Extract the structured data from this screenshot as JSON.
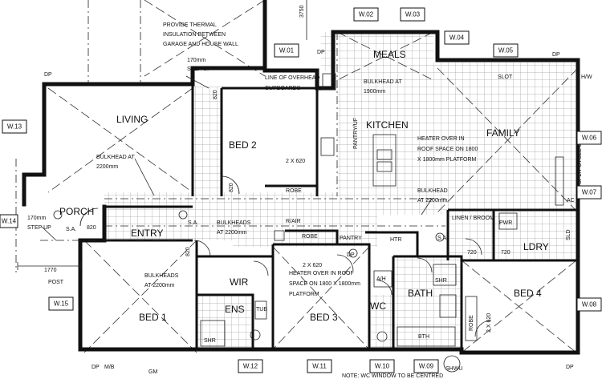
{
  "rooms": {
    "living": "LIVING",
    "bed2": "BED 2",
    "meals": "MEALS",
    "kitchen": "KITCHEN",
    "family": "FAMILY",
    "porch": "PORCH",
    "entry": "ENTRY",
    "wir": "WIR",
    "ens": "ENS",
    "bed1": "BED 1",
    "bed3": "BED 3",
    "bath": "BATH",
    "wc": "WC",
    "bed4": "BED 4",
    "ldry": "LDRY",
    "linen_broom": "LINEN / BROOM",
    "robe1": "ROBE",
    "robe2": "ROBE",
    "robe3": "ROBE",
    "pantry": "PANTRY",
    "htr": "HTR"
  },
  "notes": {
    "thermal_1": "PROVIDE THERMAL",
    "thermal_2": "INSULATION BETWEEN",
    "thermal_3": "GARAGE AND HOUSE WALL",
    "step_up_1a": "170mm",
    "step_up_1b": "STEP UP",
    "overhead_1": "LINE OF OVERHEAD",
    "overhead_2": "CUPBOARDS",
    "bulk1900_1": "BULKHEAD AT",
    "bulk1900_2": "1900mm",
    "bulk_living_1": "BULKHEAD AT",
    "bulk_living_2": "2200mm",
    "heater_fam_1": "HEATER OVER IN",
    "heater_fam_2": "ROOF SPACE ON 1800",
    "heater_fam_3": "X 1800mm PLATFORM",
    "bulk_fam_1": "BULKHEAD",
    "bulk_fam_2": "AT 2200mm",
    "bulk_entry_1": "BULKHEADS",
    "bulk_entry_2": "AT 2200mm",
    "bulk_bed1_1": "BULKHEADS",
    "bulk_bed1_2": "AT 2200mm",
    "heater_bed3_1": "HEATER OVER IN ROOF",
    "heater_bed3_2": "SPACE ON 1800 X 1800mm",
    "heater_bed3_3": "PLATFORM",
    "step_up_2a": "170mm",
    "step_up_2b": "STEP UP",
    "wc_note": "NOTE: WC WINDOW TO BE CENTRED",
    "sa1": "S.A.",
    "sa2": "S.A.",
    "sa3": "S.A.",
    "rair": "R/AIR",
    "slot": "SLOT",
    "dim_3750": "3750",
    "dim_1770": "1770",
    "post": "POST",
    "dim_2x620a": "2 X 620",
    "dim_2x620b": "2 X 620",
    "dim_2x620c": "2 X 620",
    "dim_820a": "820",
    "dim_820b": "820",
    "dim_820c": "820",
    "dim_820d": "820",
    "dim_720a": "720",
    "dim_720b": "720",
    "dp1": "DP",
    "dp2": "DP",
    "dp3": "DP",
    "dp4": "DP",
    "dp5": "DP",
    "dp6": "DP",
    "mb": "M/B",
    "gm": "GM",
    "shwu": "SHWU",
    "hw": "H/W",
    "tub": "TUB",
    "ah": "A/H",
    "shr1": "SHR",
    "shr2": "SHR",
    "bth": "BTH",
    "ac": "AC",
    "split_cycle": "SPLIT CYCLE UNIT",
    "sld": "SLD",
    "pwr": "PWR",
    "pantry_uf": "PANTRY/UF"
  },
  "window_tags": [
    "W.02",
    "W.03",
    "W.04",
    "W.05",
    "W.01",
    "W.13",
    "W.06",
    "W.07",
    "W.14",
    "W.15",
    "W.08",
    "W.12",
    "W.11",
    "W.10",
    "W.09"
  ],
  "colors": {
    "ink": "#111111",
    "background": "#ffffff"
  }
}
